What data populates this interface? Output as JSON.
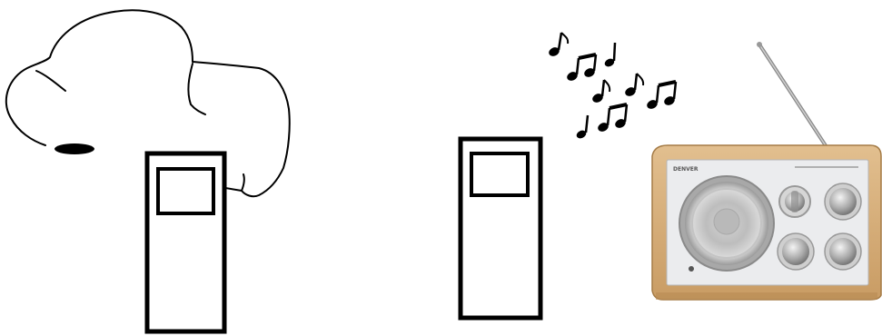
{
  "scene": {
    "panels": [
      {
        "name": "left-panel",
        "objects": [
          "cloud-drawing",
          "black-oval",
          "portable-player-device"
        ]
      },
      {
        "name": "right-panel",
        "objects": [
          "portable-player-device",
          "music-notes",
          "radio"
        ]
      }
    ],
    "radio": {
      "brand_text": "DENVER",
      "colors": {
        "wood": "#d8b27f",
        "wood_dark": "#b98d56",
        "face": "#e9eaeb",
        "metal": "#c9c9c9"
      }
    },
    "colors": {
      "stroke": "#000000",
      "background": "#ffffff"
    }
  }
}
